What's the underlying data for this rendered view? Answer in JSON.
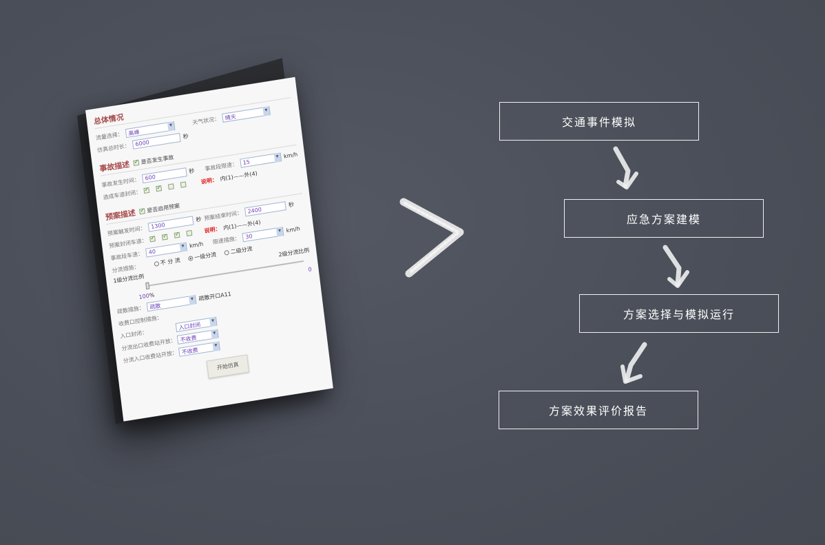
{
  "panel": {
    "general": {
      "title": "总体情况",
      "flow_label": "流量选择：",
      "flow_value": "高峰",
      "weather_label": "天气状况：",
      "weather_value": "晴天",
      "duration_label": "仿真总时长：",
      "duration_value": "6000",
      "duration_unit": "秒"
    },
    "accident": {
      "title": "事故描述",
      "checkbox_label": "是否发生事故",
      "time_label": "事故发生时间：",
      "time_value": "600",
      "time_unit": "秒",
      "speed_label": "事故段限速：",
      "speed_value": "15",
      "speed_unit": "km/h",
      "lanes_label": "造成车道封闭：",
      "note_label": "说明：",
      "note_text": "内(1)——外(4)"
    },
    "plan": {
      "title": "预案描述",
      "checkbox_label": "是否启用预案",
      "trigger_label": "预案触发时间：",
      "trigger_value": "1300",
      "trigger_unit": "秒",
      "end_label": "预案结束时间：",
      "end_value": "2400",
      "end_unit": "秒",
      "closed_label": "预案封闭车道：",
      "note_label": "说明：",
      "note_text": "内(1)——外(4)",
      "accident_speed_label": "事故段车速：",
      "accident_speed_value": "40",
      "accident_speed_unit": "km/h",
      "limit_label": "限速措施：",
      "limit_value": "30",
      "limit_unit": "km/h",
      "divert_label": "分流措施：",
      "divert_options": [
        "不 分 流",
        "一级分流",
        "二级分流"
      ],
      "slider_left_label": "1级分流比例",
      "slider_right_label": "2级分流比例",
      "slider_left_value": "100",
      "slider_left_unit": "%",
      "slider_right_value": "0",
      "sparse_label": "疏散措施：",
      "sparse_value": "疏散",
      "exit_label": "疏散开口A11",
      "toll_label": "收费口控制措施：",
      "entry_label": "入口封闭：",
      "entry_value": "入口封闭",
      "exit_toll_label": "分流出口收费站开放：",
      "exit_toll_value": "不收费",
      "entry_toll_label": "分流入口收费站开放：",
      "entry_toll_value": "不收费",
      "start_button": "开始仿真"
    }
  },
  "flow": {
    "steps": [
      "交通事件模拟",
      "应急方案建模",
      "方案选择与模拟运行",
      "方案效果评价报告"
    ]
  },
  "colors": {
    "background": "#4b4f59",
    "section_title": "#a64a4a",
    "note": "#e02020",
    "field_text": "#6b3fb8",
    "flow_border": "#f2f2f2"
  }
}
